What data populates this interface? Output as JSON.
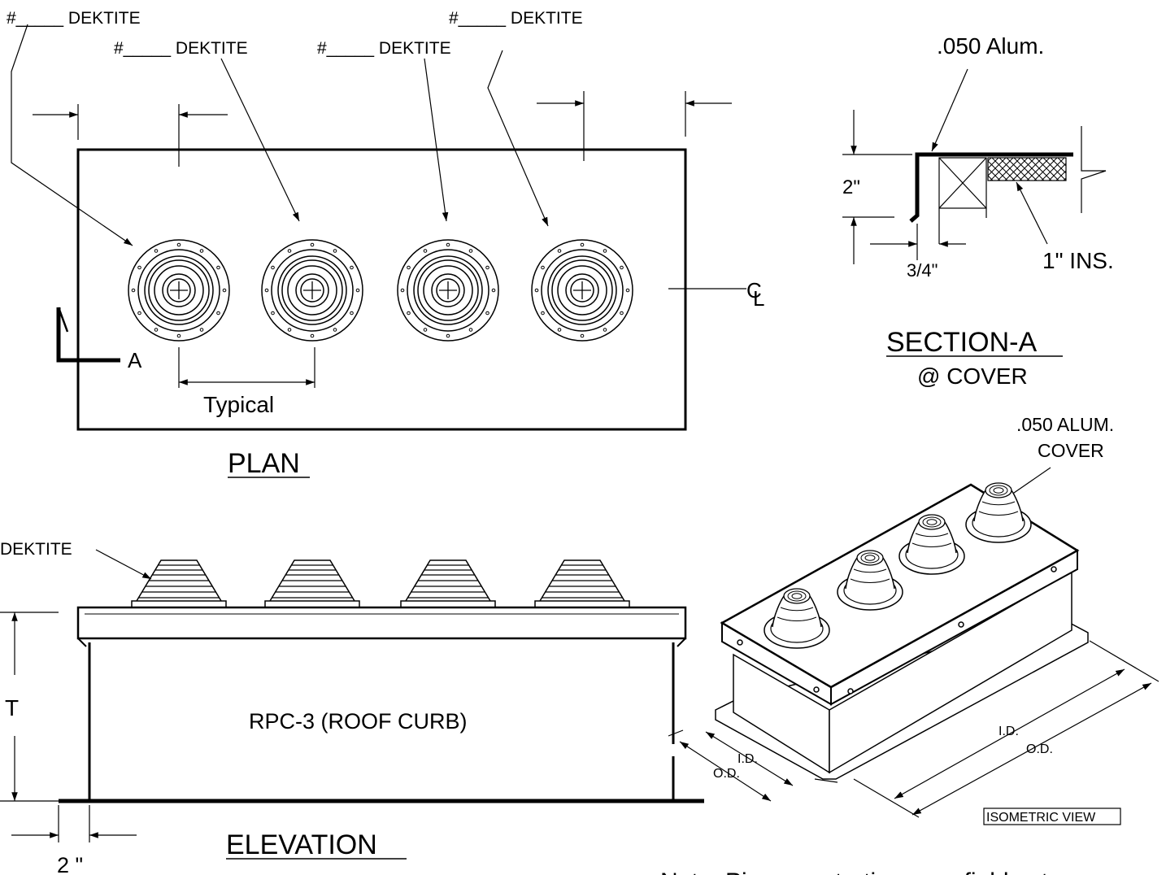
{
  "plan": {
    "callouts": [
      "#_____ DEKTITE",
      "#_____ DEKTITE",
      "#_____ DEKTITE",
      "#_____ DEKTITE"
    ],
    "section_marker": "A",
    "typical_label": "Typical",
    "centerline_top": "C",
    "centerline_bottom": "L",
    "title": "PLAN"
  },
  "section": {
    "material_label": ".050 Alum.",
    "height_label": "2\"",
    "width_label": "3/4\"",
    "insulation_label": "1\" INS.",
    "title": "SECTION-A",
    "subtitle": "@ COVER"
  },
  "elevation": {
    "dektite_label": "DEKTITE",
    "height_label": "T",
    "curb_label": "RPC-3 (ROOF CURB)",
    "flange_label": "2 \"",
    "title": "ELEVATION"
  },
  "isometric": {
    "cover_line1": ".050 ALUM.",
    "cover_line2": "COVER",
    "id_left": "I.D.",
    "od_left": "O.D.",
    "id_right": "I.D.",
    "od_right": "O.D.",
    "title": "ISOMETRIC VIEW"
  },
  "note": "Note:  Pipe penetrations are field cut."
}
